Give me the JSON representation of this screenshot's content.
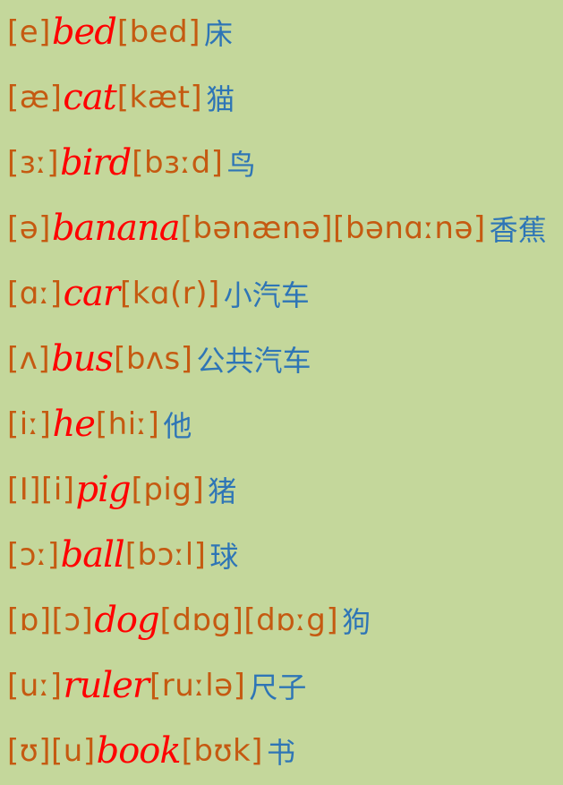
{
  "rows": [
    {
      "sound": "[e]",
      "word": "bed",
      "phonetic": "[bed]",
      "meaning": "床"
    },
    {
      "sound": "[æ]",
      "word": "cat",
      "phonetic": "[kæt]",
      "meaning": "猫"
    },
    {
      "sound": "[ɜː]",
      "word": "bird",
      "phonetic": "[bɜːd]",
      "meaning": "鸟"
    },
    {
      "sound": "[ə]",
      "word": "banana",
      "phonetic": "[bənænə][bənɑːnə]",
      "meaning": "香蕉"
    },
    {
      "sound": "[ɑː]",
      "word": "car",
      "phonetic": "[kɑ(r)]",
      "meaning": "小汽车"
    },
    {
      "sound": "[ʌ]",
      "word": "bus",
      "phonetic": "[bʌs]",
      "meaning": "公共汽车"
    },
    {
      "sound": "[iː]",
      "word": "he",
      "phonetic": "[hiː]",
      "meaning": "他"
    },
    {
      "sound": "[I][i]",
      "word": "pig",
      "phonetic": "[pig]",
      "meaning": "猪"
    },
    {
      "sound": "[ɔː]",
      "word": "ball",
      "phonetic": "[bɔːl]",
      "meaning": "球"
    },
    {
      "sound": "[ɒ][ɔ]",
      "word": "dog",
      "phonetic": "[dɒg][dɒːg]",
      "meaning": "狗"
    },
    {
      "sound": "[uː]",
      "word": "ruler",
      "phonetic": "[ruːlə]",
      "meaning": "尺子"
    },
    {
      "sound": "[ʊ][u]",
      "word": "book",
      "phonetic": "[bʊk]",
      "meaning": "书"
    }
  ],
  "colors": {
    "background": "#c4d79b",
    "ipa": "#c55a11",
    "word": "#ff0000",
    "meaning": "#2e75b6"
  }
}
